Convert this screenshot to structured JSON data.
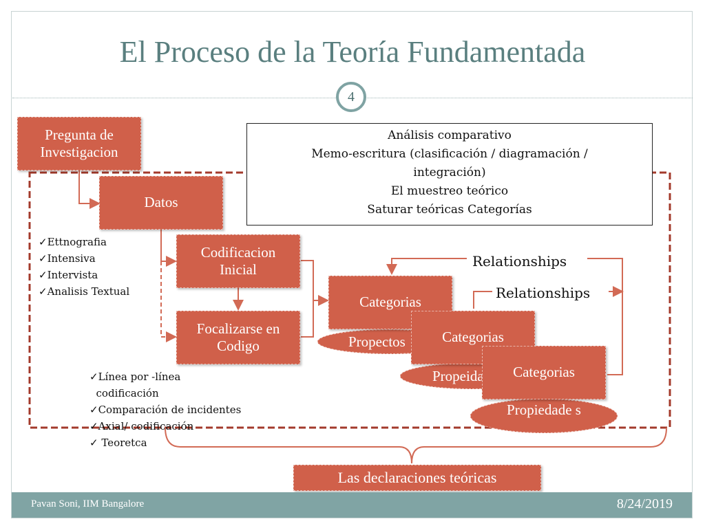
{
  "slide": {
    "title": "El Proceso de la Teoría  Fundamentada",
    "number": "4"
  },
  "boxes": {
    "pregunta": "Pregunta de Investigacion",
    "datos": "Datos",
    "codificacion": "Codificacion Inicial",
    "focalizarse": "Focalizarse en  Codigo",
    "categorias": [
      "Categorias",
      "Categorias",
      "Categorias"
    ],
    "declaraciones": "Las declaraciones teóricas"
  },
  "ovals": [
    "Propectos",
    "Propeidades",
    "Propiedade s"
  ],
  "methods": [
    "Análisis comparativo",
    "Memo-escritura (clasificación / diagramación /",
    "integración)",
    "El muestreo teórico",
    "Saturar teóricas Categorías"
  ],
  "data_list": [
    "Ettnografia",
    "Intensiva",
    "Intervista",
    "Analisis  Textual"
  ],
  "coding_list": [
    "Línea por -línea",
    "  codificación",
    "Comparación de incidentes",
    "Axial/ codificación",
    " Teoretca"
  ],
  "relationships": [
    "Relationships",
    "Relationships"
  ],
  "footer": {
    "author": "Pavan Soni, IIM Bangalore",
    "date": "8/24/2019"
  },
  "colors": {
    "box": "#d0604a",
    "dashed_frame": "#a33a2b",
    "connector": "#d26a55",
    "title": "#5a7f7f",
    "footer_bar": "#80a4a4"
  }
}
